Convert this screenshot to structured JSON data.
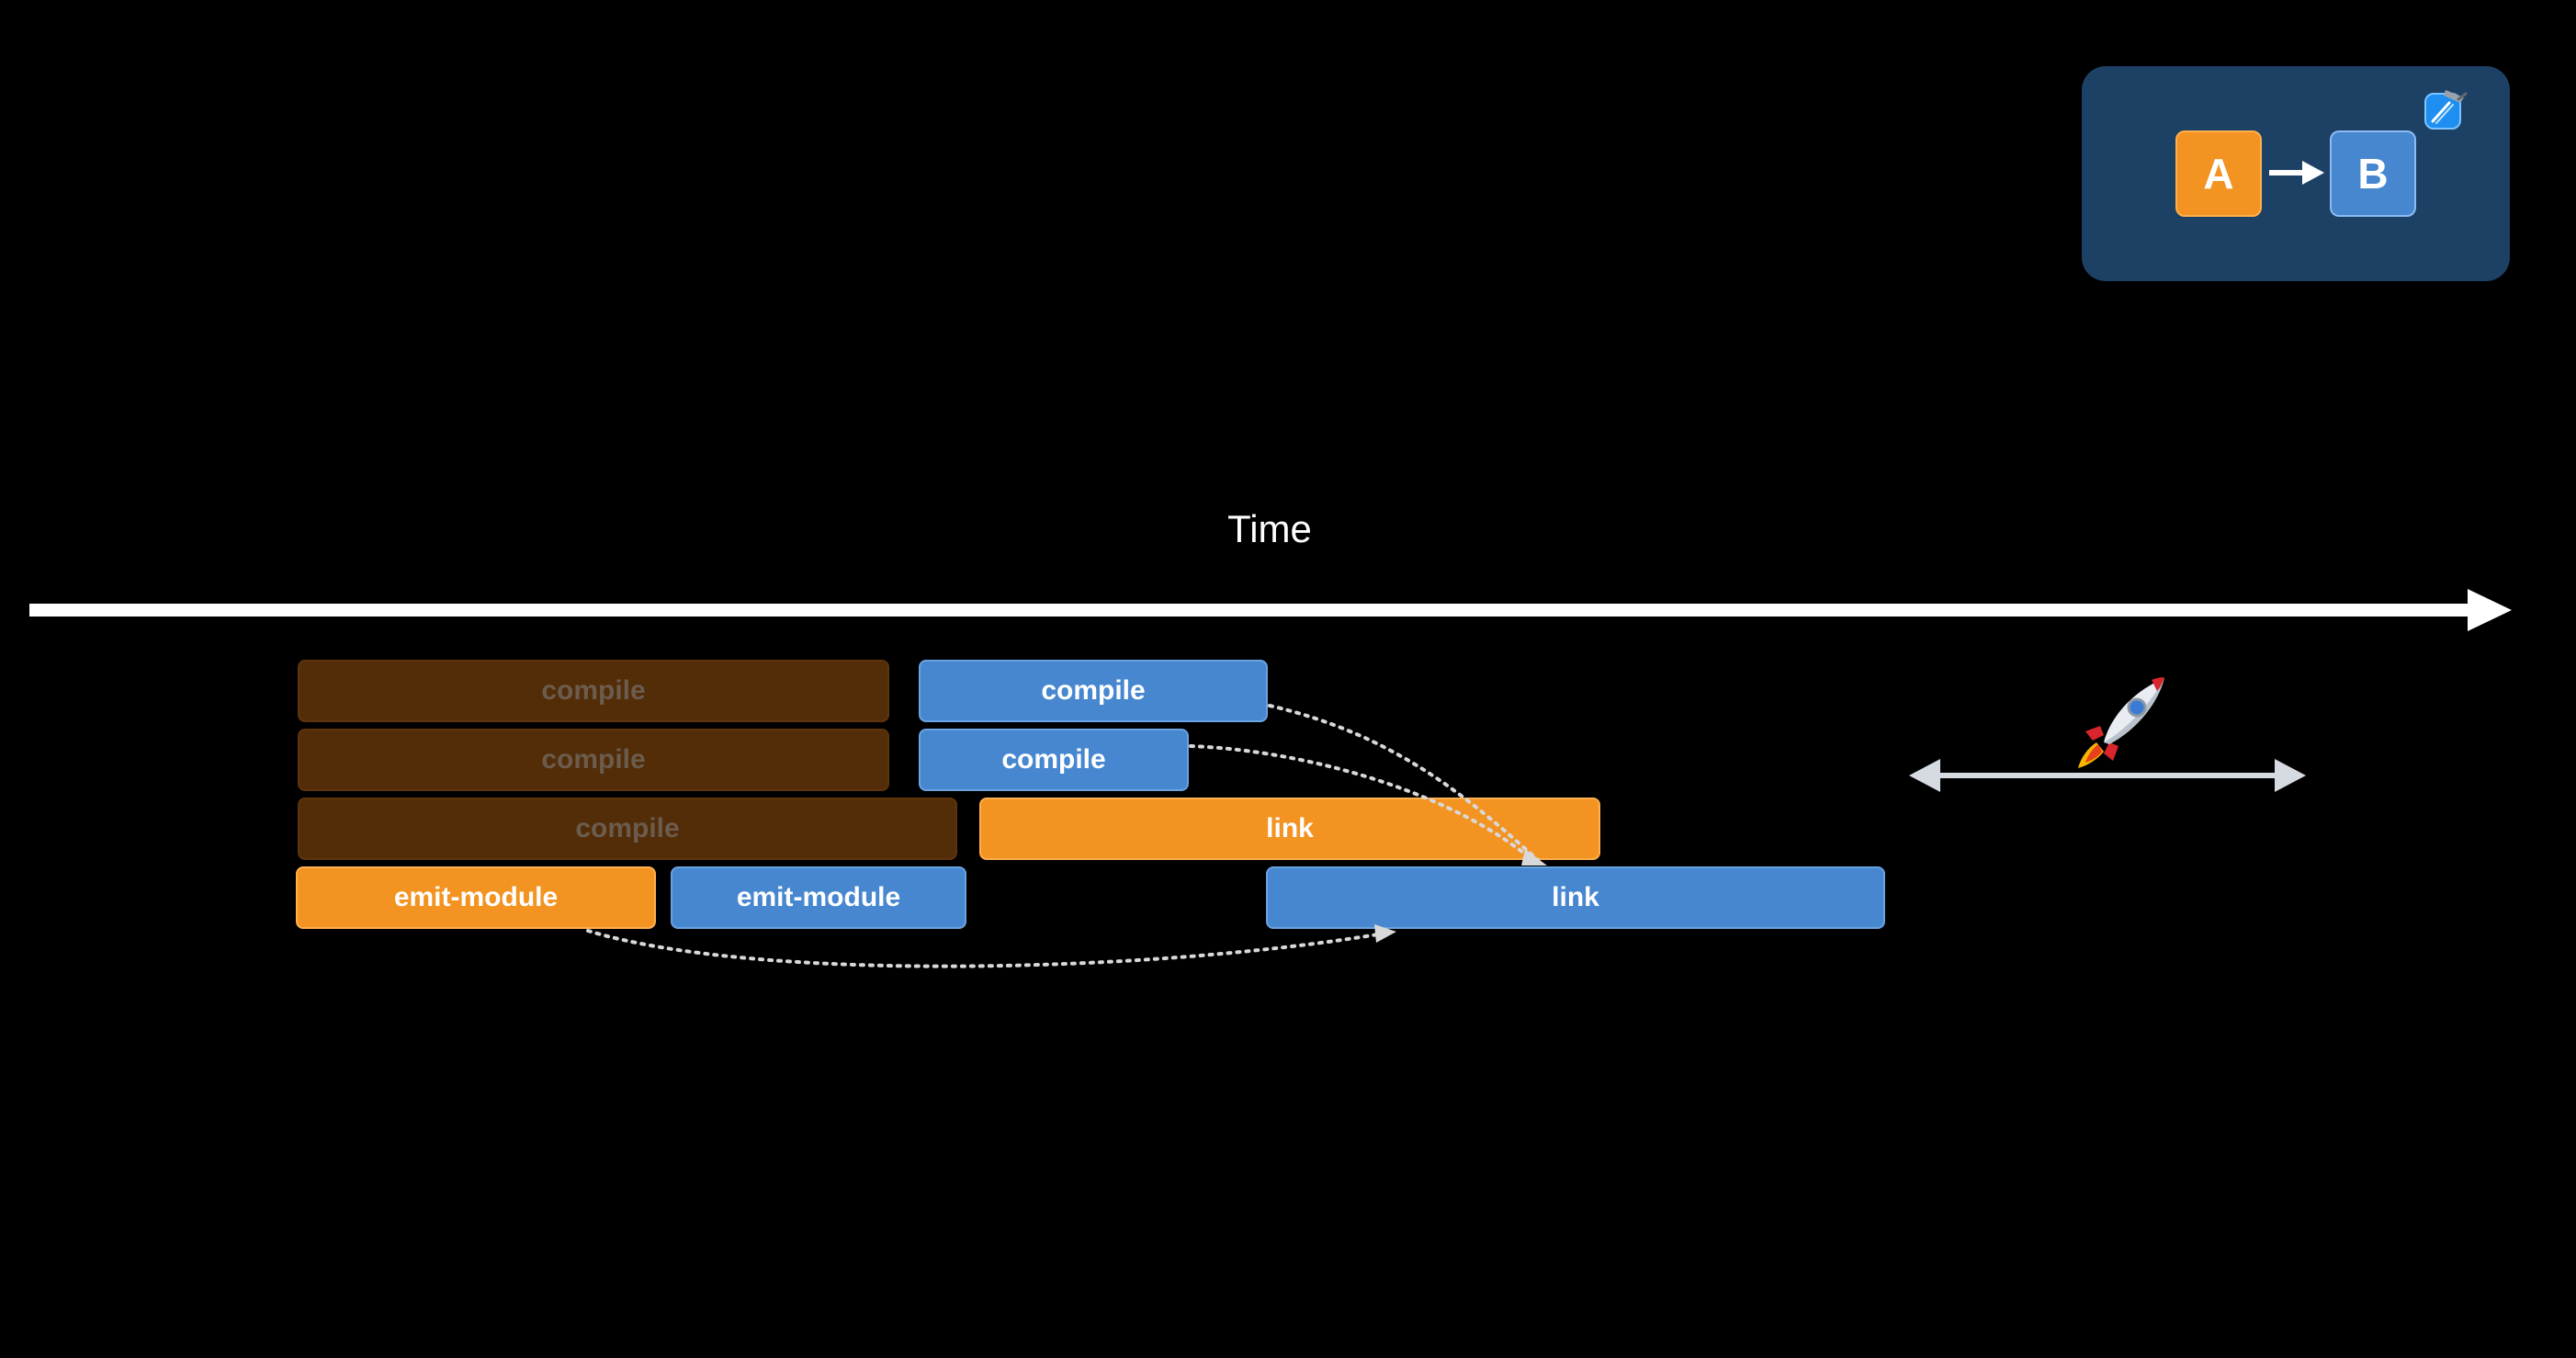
{
  "title": "Time",
  "tasks": [
    {
      "label": "compile",
      "module": "A",
      "state": "faded"
    },
    {
      "label": "compile",
      "module": "A",
      "state": "faded"
    },
    {
      "label": "compile",
      "module": "A",
      "state": "faded"
    },
    {
      "label": "emit-module",
      "module": "A",
      "state": "active"
    },
    {
      "label": "compile",
      "module": "B",
      "state": "active"
    },
    {
      "label": "compile",
      "module": "B",
      "state": "active"
    },
    {
      "label": "link",
      "module": "A",
      "state": "active"
    },
    {
      "label": "emit-module",
      "module": "B",
      "state": "active"
    },
    {
      "label": "link",
      "module": "B",
      "state": "active"
    }
  ],
  "dependency_badge": {
    "from": "A",
    "to": "B",
    "icon": "xcode-icon"
  },
  "decorations": {
    "rocket": "rocket-icon",
    "duration_arrow": "double-headed-arrow-icon"
  },
  "colors": {
    "background": "#000000",
    "module_a": "#f39321",
    "module_a_faded": "#532c08",
    "module_b": "#4787d0",
    "badge": "#1d4165"
  }
}
